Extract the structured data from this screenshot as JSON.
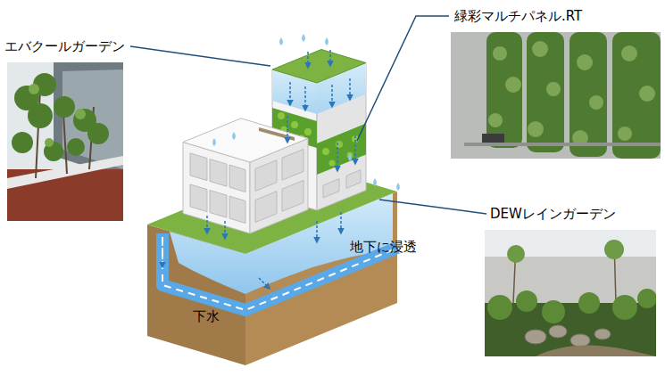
{
  "diagram": {
    "labels": [
      "エバクールガーデン",
      "緑彩マルチパネル.RT",
      "DEWレインガーデン",
      "地下に浸透",
      "下水"
    ]
  }
}
